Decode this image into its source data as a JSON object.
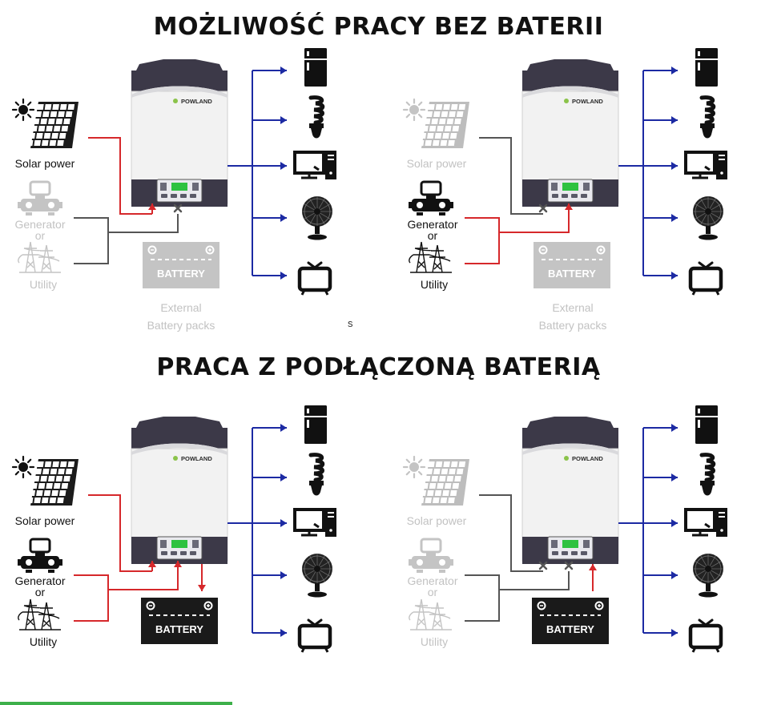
{
  "titles": {
    "top": "MOŻLIWOŚĆ PRACY BEZ BATERII",
    "bottom": "PRACA Z PODŁĄCZONĄ BATERIĄ"
  },
  "brand": "POWLAND",
  "labels": {
    "solar": "Solar power",
    "generator": "Generator",
    "or": "or",
    "utility": "Utility",
    "external": "External",
    "battery_packs": "Battery packs",
    "battery": "BATTERY",
    "stray": "s"
  },
  "colors": {
    "active_line": "#d6282b",
    "inactive_line": "#555555",
    "load_line": "#1c2aa3",
    "dim": "#c4c4c4",
    "dark": "#111111",
    "inverter_top": "#3c3948",
    "inverter_body": "#f2f2f2"
  },
  "icons": [
    "sun-icon",
    "solar-panel-icon",
    "generator-icon",
    "utility-pylon-icon",
    "battery-icon",
    "fridge-icon",
    "bulb-icon",
    "computer-icon",
    "fan-icon",
    "tv-icon",
    "inverter-icon"
  ],
  "panels": [
    {
      "id": "top-left",
      "solar_active": true,
      "grid_active": false,
      "battery_connected": false
    },
    {
      "id": "top-right",
      "solar_active": false,
      "grid_active": true,
      "battery_connected": false
    },
    {
      "id": "bottom-left",
      "solar_active": true,
      "grid_active": true,
      "battery_connected": true,
      "battery_flow": "charge"
    },
    {
      "id": "bottom-right",
      "solar_active": false,
      "grid_active": false,
      "battery_connected": true,
      "battery_flow": "discharge"
    }
  ]
}
